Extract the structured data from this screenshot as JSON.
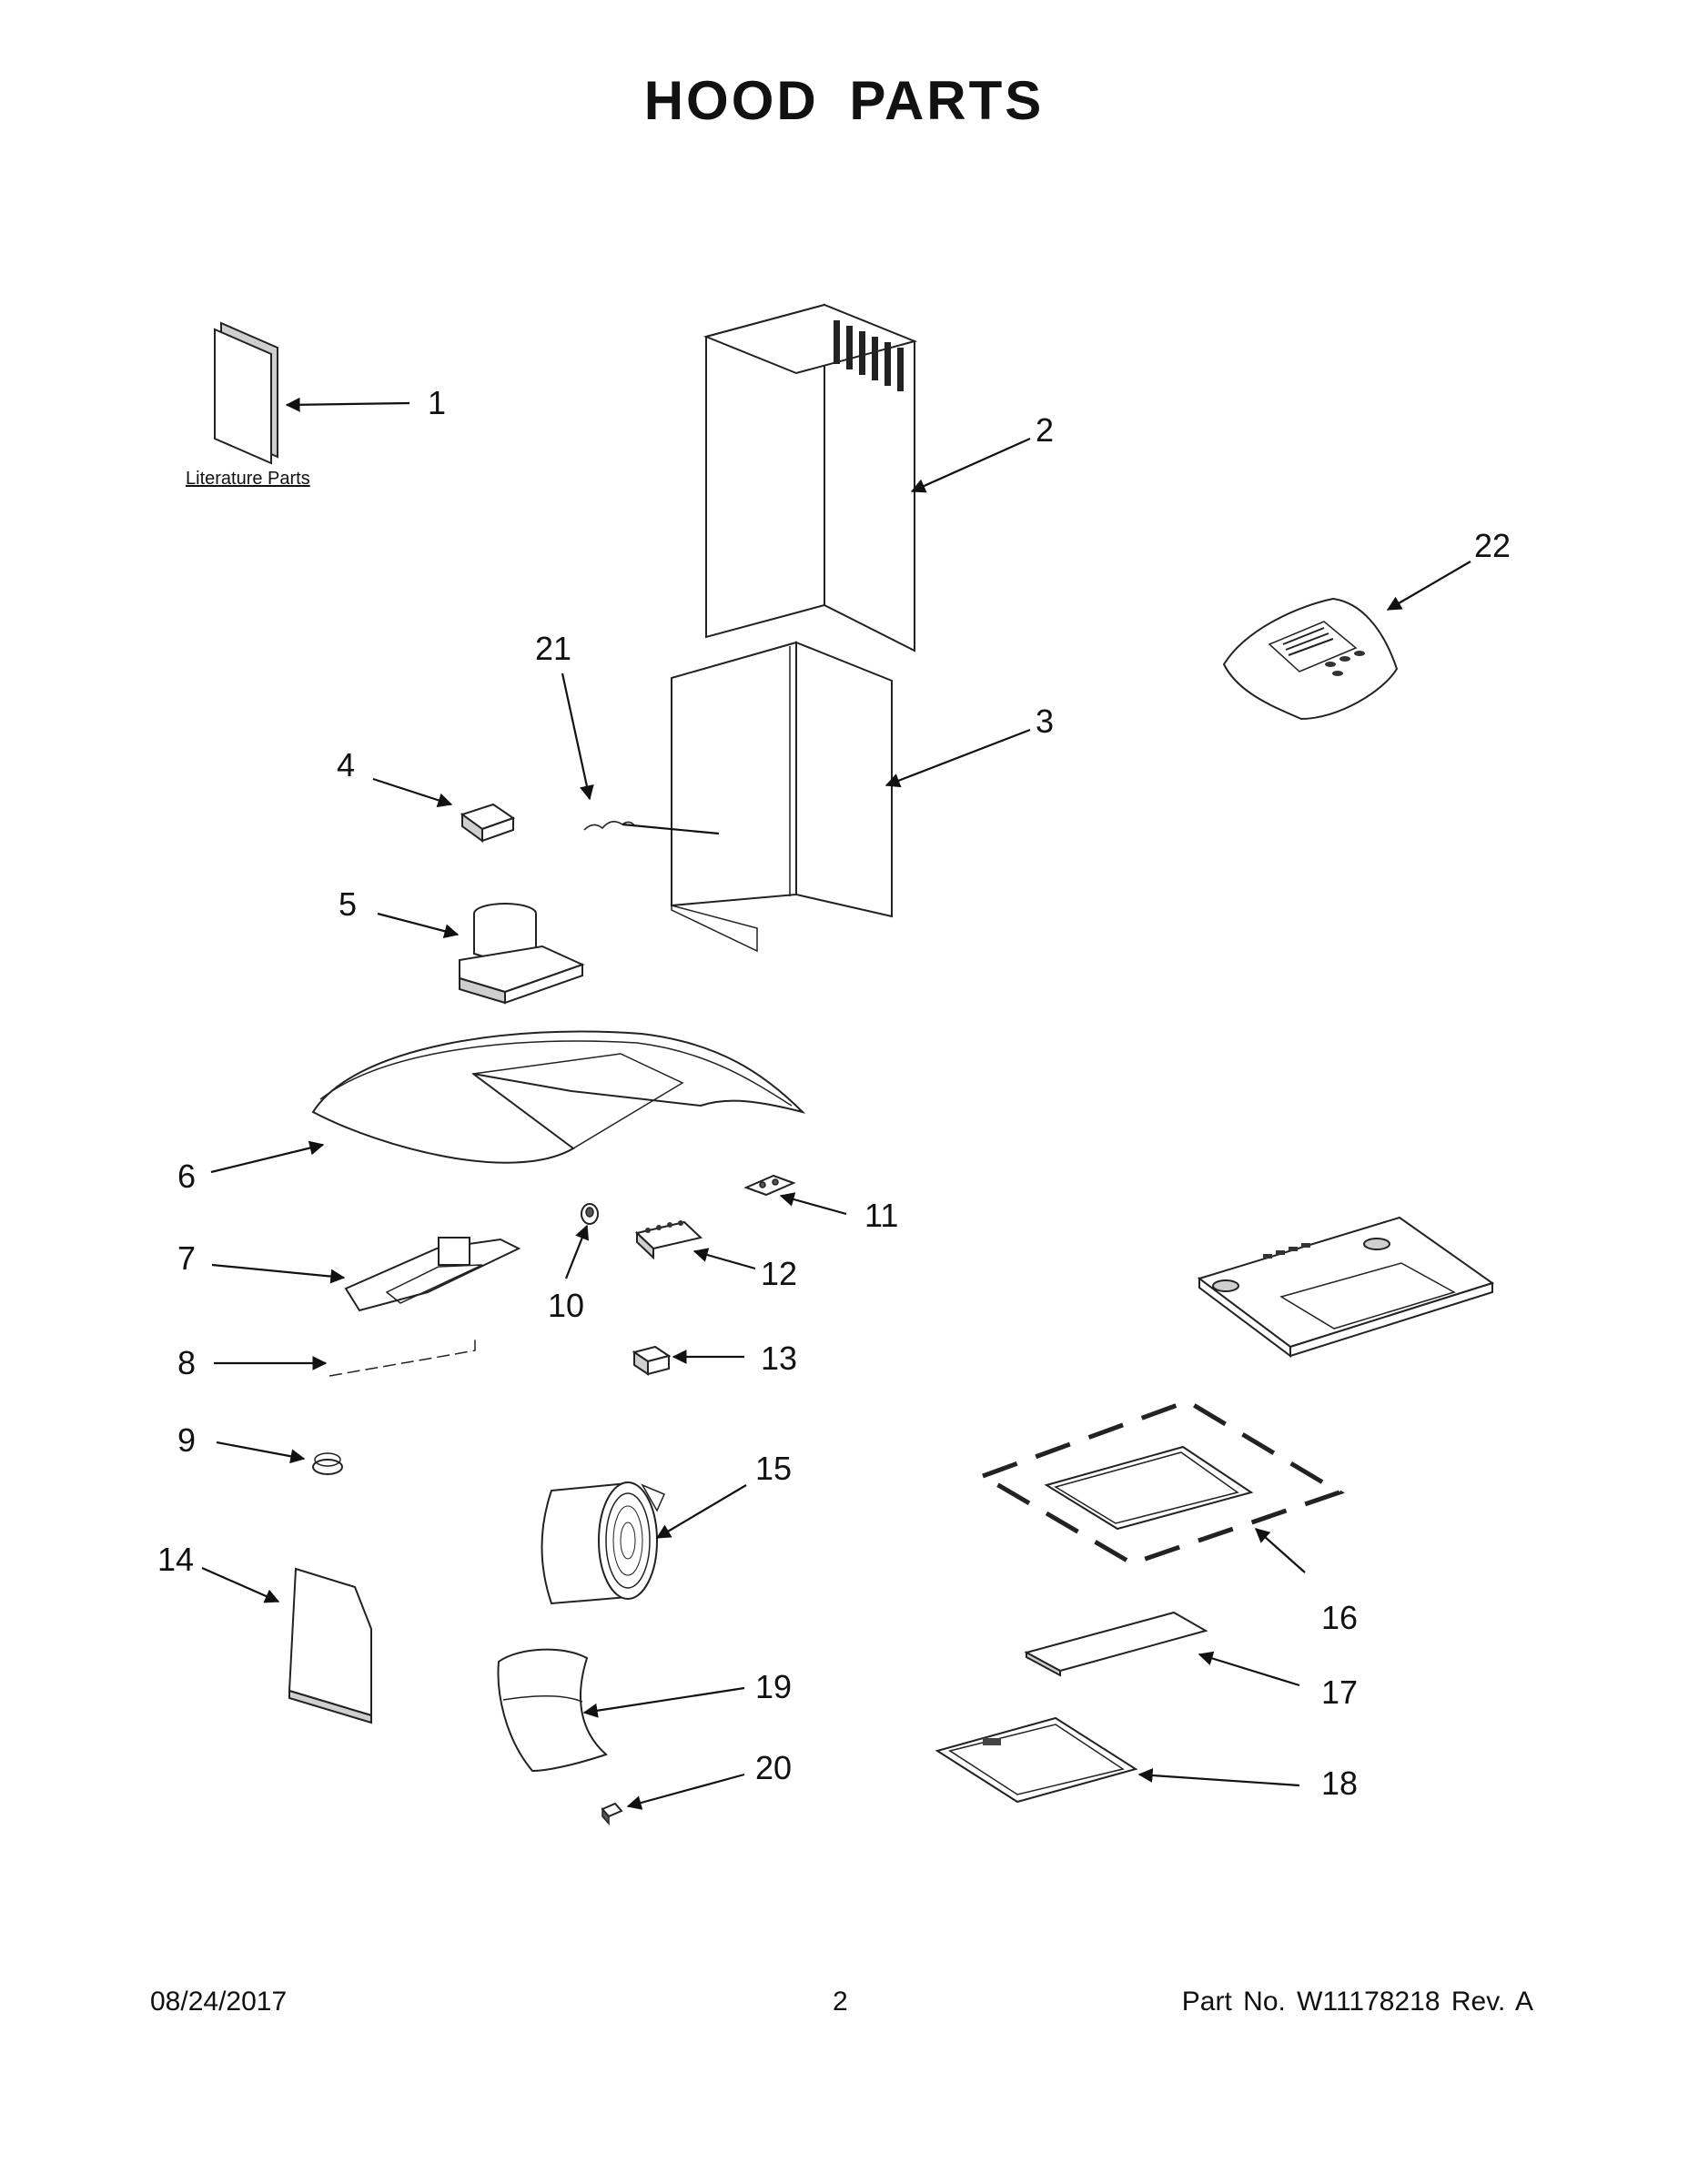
{
  "header": {
    "title": "HOOD PARTS"
  },
  "literature_label": "Literature Parts",
  "callouts": [
    {
      "id": "1",
      "label": "1"
    },
    {
      "id": "2",
      "label": "2"
    },
    {
      "id": "3",
      "label": "3"
    },
    {
      "id": "4",
      "label": "4"
    },
    {
      "id": "5",
      "label": "5"
    },
    {
      "id": "6",
      "label": "6"
    },
    {
      "id": "7",
      "label": "7"
    },
    {
      "id": "8",
      "label": "8"
    },
    {
      "id": "9",
      "label": "9"
    },
    {
      "id": "10",
      "label": "10"
    },
    {
      "id": "11",
      "label": "11"
    },
    {
      "id": "12",
      "label": "12"
    },
    {
      "id": "13",
      "label": "13"
    },
    {
      "id": "14",
      "label": "14"
    },
    {
      "id": "15",
      "label": "15"
    },
    {
      "id": "16",
      "label": "16"
    },
    {
      "id": "17",
      "label": "17"
    },
    {
      "id": "18",
      "label": "18"
    },
    {
      "id": "19",
      "label": "19"
    },
    {
      "id": "20",
      "label": "20"
    },
    {
      "id": "21",
      "label": "21"
    },
    {
      "id": "22",
      "label": "22"
    }
  ],
  "footer": {
    "date": "08/24/2017",
    "page": "2",
    "part": "Part No.  W11178218  Rev.  A"
  }
}
